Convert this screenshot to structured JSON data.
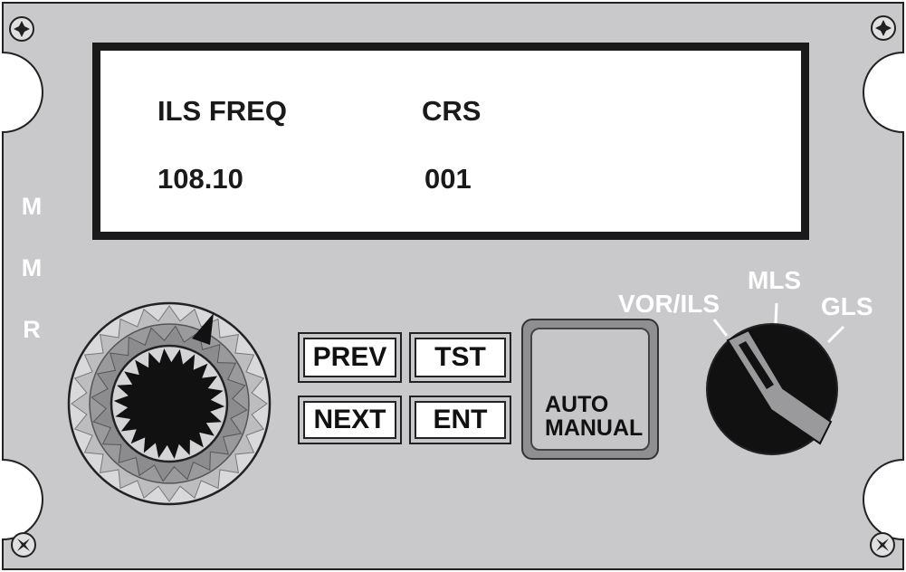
{
  "display": {
    "left_heading": "ILS FREQ",
    "right_heading": "CRS",
    "left_value": "108.10",
    "right_value": "001"
  },
  "side_label": [
    "M",
    "M",
    "R"
  ],
  "keys": {
    "prev": "PREV",
    "tst": "TST",
    "next": "NEXT",
    "ent": "ENT"
  },
  "mode_button": {
    "line1": "AUTO",
    "line2": "MANUAL"
  },
  "selector": {
    "options": [
      "VOR/ILS",
      "MLS",
      "GLS"
    ],
    "selected": "VOR/ILS"
  },
  "colors": {
    "panel": "#c9c9cb",
    "bezel": "#1a1a1a",
    "screen": "#ffffff",
    "knob_dark": "#111111",
    "knob_mid": "#9a9a9c",
    "knob_light": "#d9d9db"
  },
  "icons": {
    "screws": "screw-icon",
    "pointer": "triangle-pointer-icon"
  }
}
